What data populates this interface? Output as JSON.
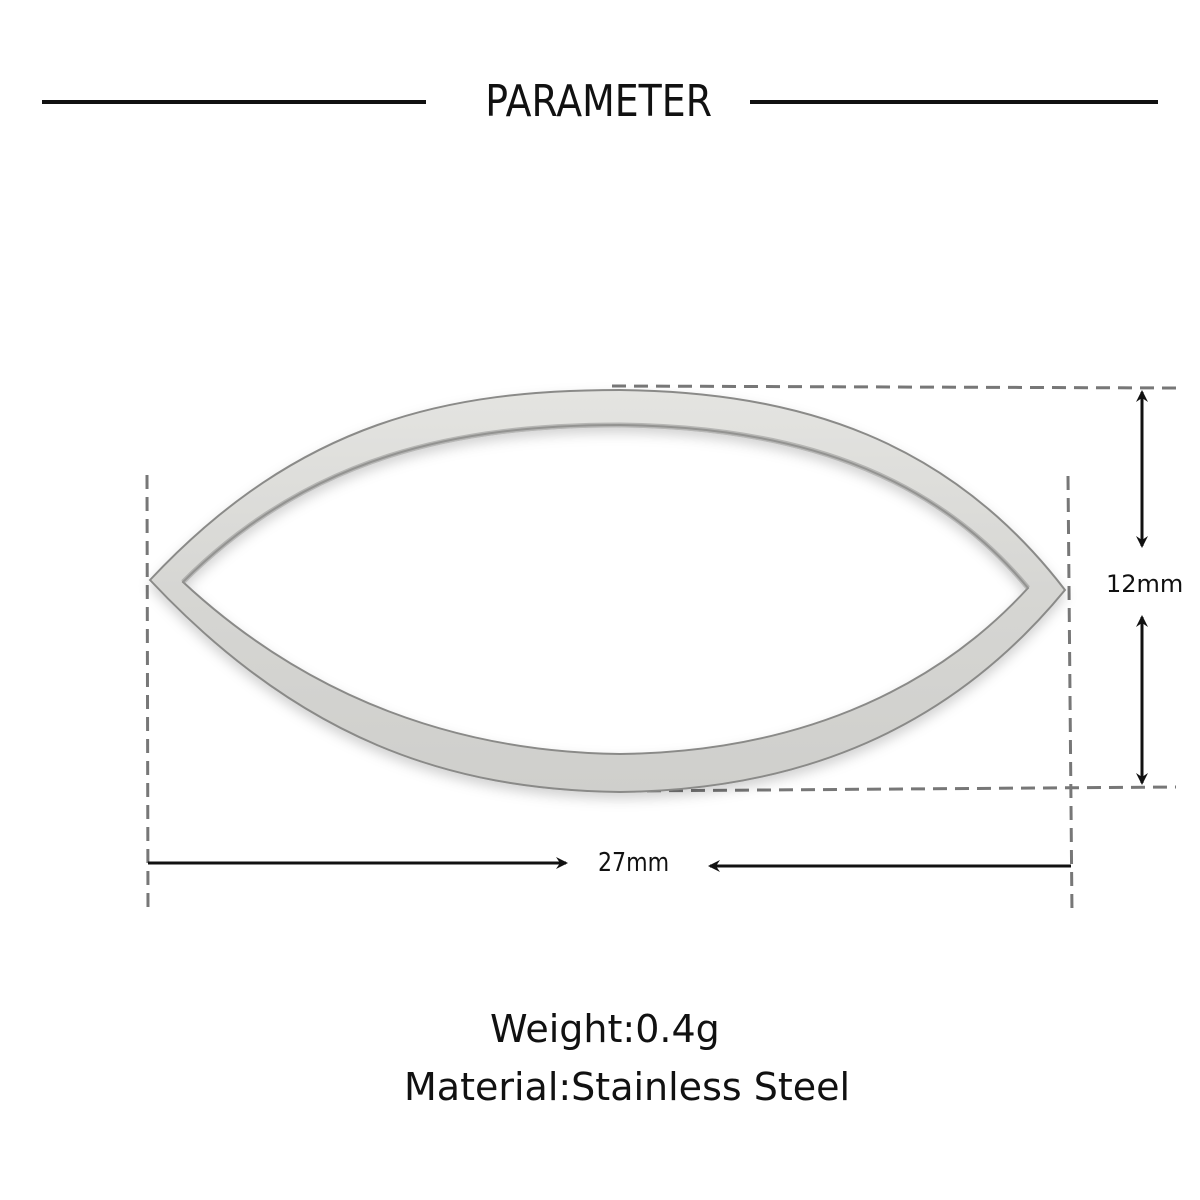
{
  "header": {
    "title": "PARAMETER"
  },
  "dimensions": {
    "height_label": "12mm",
    "width_label": "27mm"
  },
  "specs": {
    "weight": "Weight:0.4g",
    "material": "Material:Stainless Steel"
  },
  "product": {
    "shape": "marquise / eye-shaped open frame",
    "finish_color": "#d9d9d6"
  },
  "colors": {
    "text": "#111111",
    "dashed_guide": "#777777",
    "background": "#ffffff"
  }
}
